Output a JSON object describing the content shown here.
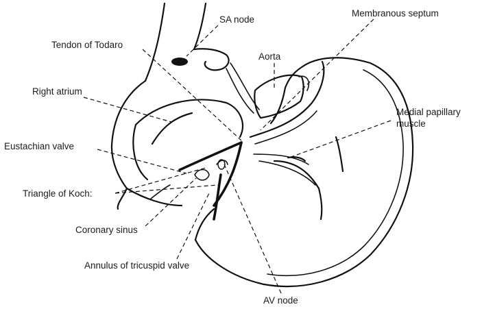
{
  "labels": {
    "sa_node": "SA node",
    "membranous_septum": "Membranous septum",
    "tendon_of_todaro": "Tendon of Todaro",
    "aorta": "Aorta",
    "right_atrium": "Right atrium",
    "medial_papillary_muscle_line1": "Medial papillary",
    "medial_papillary_muscle_line2": "muscle",
    "eustachian_valve": "Eustachian valve",
    "triangle_of_koch": "Triangle of Koch:",
    "coronary_sinus": "Coronary sinus",
    "annulus_of_tricuspid_valve": "Annulus of tricuspid valve",
    "av_node": "AV node"
  }
}
